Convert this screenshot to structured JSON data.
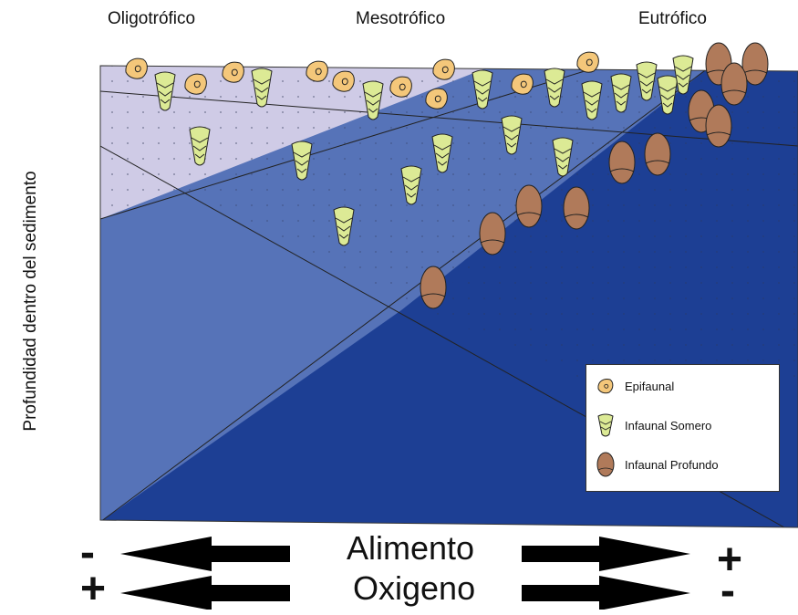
{
  "headers": {
    "oligotrofico": "Oligotrófico",
    "mesotrofico": "Mesotrófico",
    "eutrofico": "Eutrófico"
  },
  "y_axis_label": "Profundidad dentro del sedimento",
  "bottom": {
    "row1": {
      "word": "Alimento",
      "left_sign": "-",
      "right_sign": "+"
    },
    "row2": {
      "word": "Oxigeno",
      "left_sign": "+",
      "right_sign": "-"
    }
  },
  "legend": {
    "epifaunal": "Epifaunal",
    "infaunal_somero": "Infaunal Somero",
    "infaunal_profundo": "Infaunal Profundo"
  },
  "colors": {
    "zone_light": "#cfcbe6",
    "zone_medium": "#5673b8",
    "zone_deep": "#1d3f94",
    "epifaunal": "#f4c77a",
    "infaunal_somero": "#dcea95",
    "infaunal_profundo": "#b07a5a"
  }
}
